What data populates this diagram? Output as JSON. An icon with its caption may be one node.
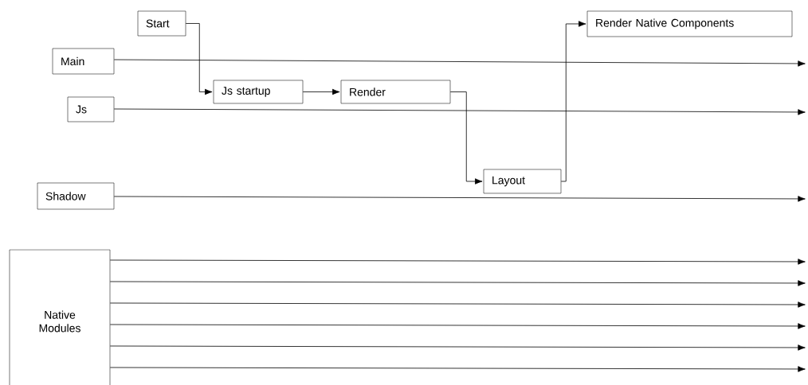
{
  "diagram": {
    "nodes": [
      {
        "text": [
          "Main"
        ]
      },
      {
        "text": [
          "Start"
        ]
      },
      {
        "text": [
          "Js startup"
        ]
      },
      {
        "text": [
          "Render"
        ]
      },
      {
        "text": [
          "Layout"
        ]
      },
      {
        "text": [
          "Render Native Components"
        ]
      },
      {
        "text": [
          "Js"
        ]
      },
      {
        "text": [
          "Shadow"
        ]
      },
      {
        "text": [
          "Native Modules"
        ]
      }
    ],
    "edges": [
      {
        "from": 1,
        "to": 2,
        "arrow": "to"
      },
      {
        "from": 2,
        "to": 3,
        "arrow": "to"
      },
      {
        "from": 3,
        "to": 4,
        "arrow": "to"
      },
      {
        "from": 4,
        "to": 5,
        "arrow": "to"
      },
      {
        "from": 0,
        "to": null,
        "arrow": "to"
      },
      {
        "from": 6,
        "to": null,
        "arrow": "to"
      },
      {
        "from": 7,
        "to": null,
        "arrow": "to"
      },
      {
        "from": 8,
        "to": null,
        "arrow": "to"
      },
      {
        "from": 8,
        "to": null,
        "arrow": "to"
      },
      {
        "from": 8,
        "to": null,
        "arrow": "to"
      },
      {
        "from": 8,
        "to": null,
        "arrow": "to"
      },
      {
        "from": 8,
        "to": null,
        "arrow": "to"
      },
      {
        "from": 8,
        "to": null,
        "arrow": "to"
      }
    ]
  }
}
